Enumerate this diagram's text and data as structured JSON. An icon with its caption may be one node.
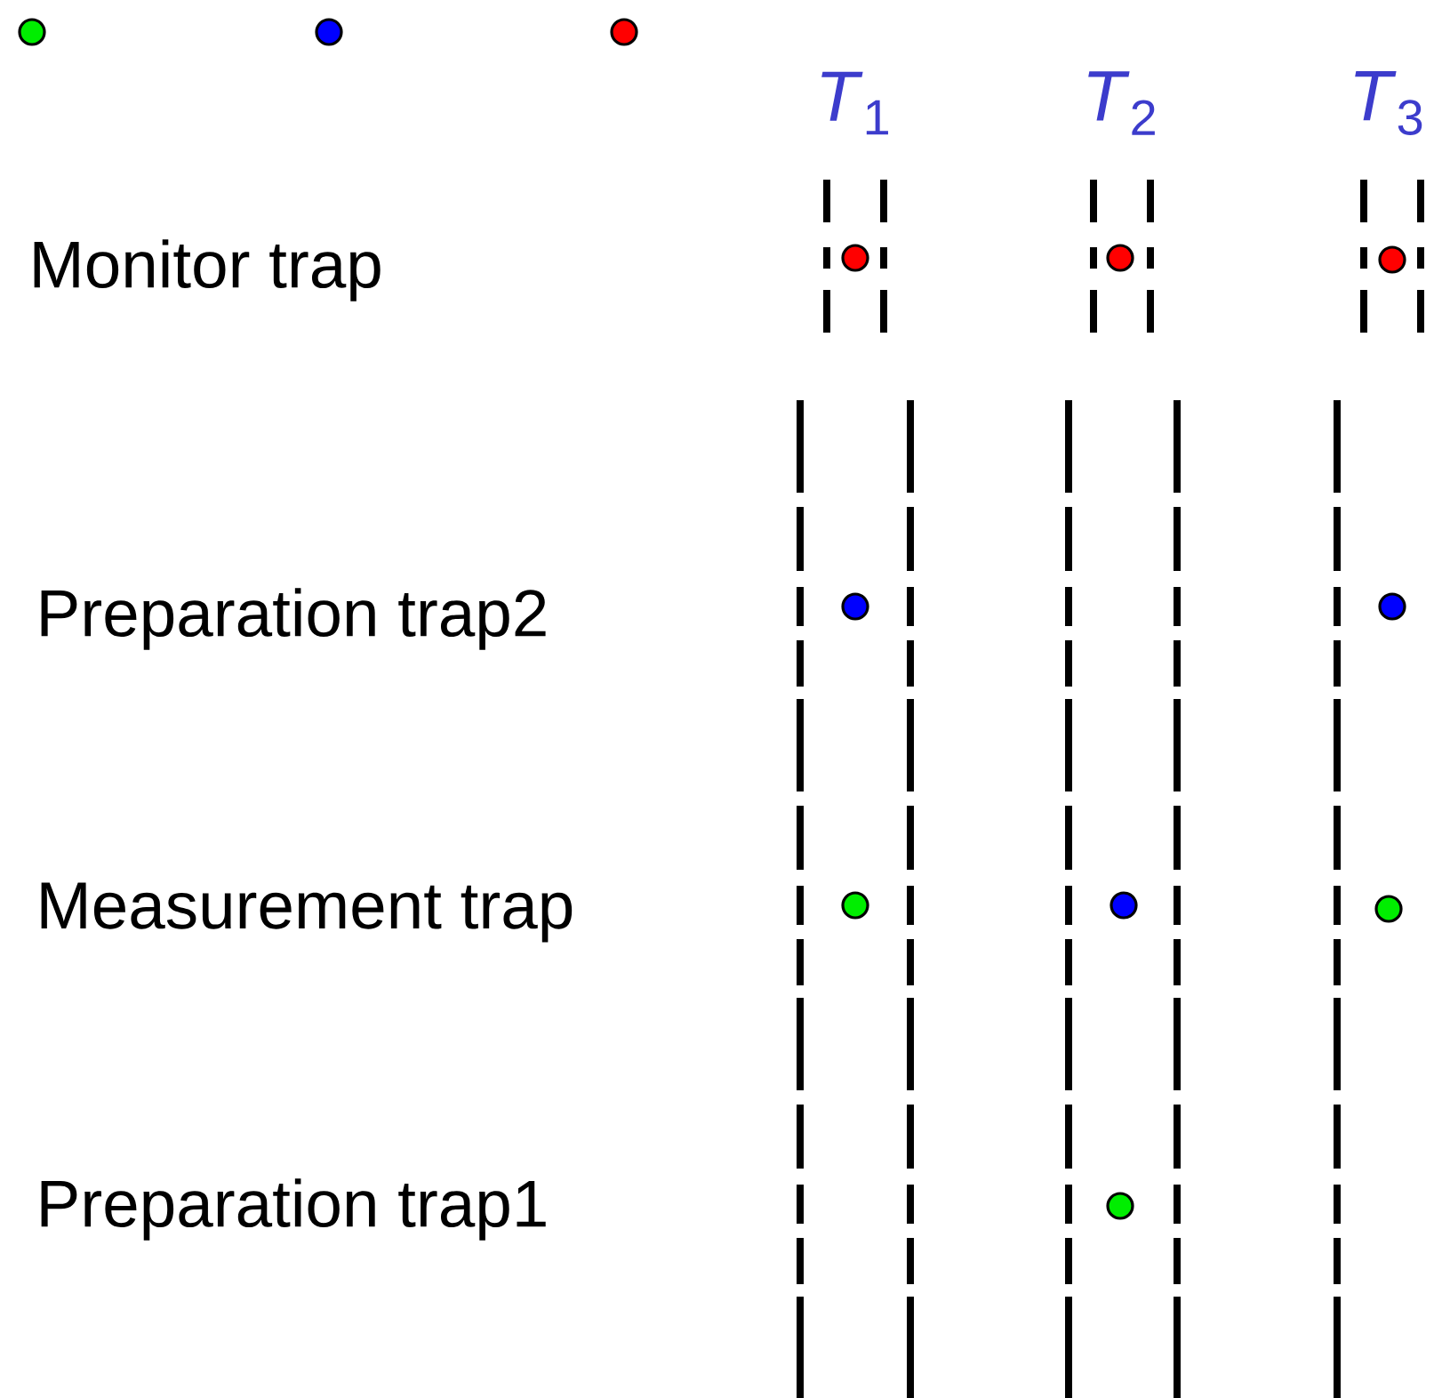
{
  "diagram": {
    "labels": [
      "*T*$_{1}$",
      "*T*$_{2}$",
      "*T*$_{3}$",
      "Monitor trap",
      "Preparation trap2",
      "Measurement trap",
      "Preparation trap1"
    ]
  }
}
